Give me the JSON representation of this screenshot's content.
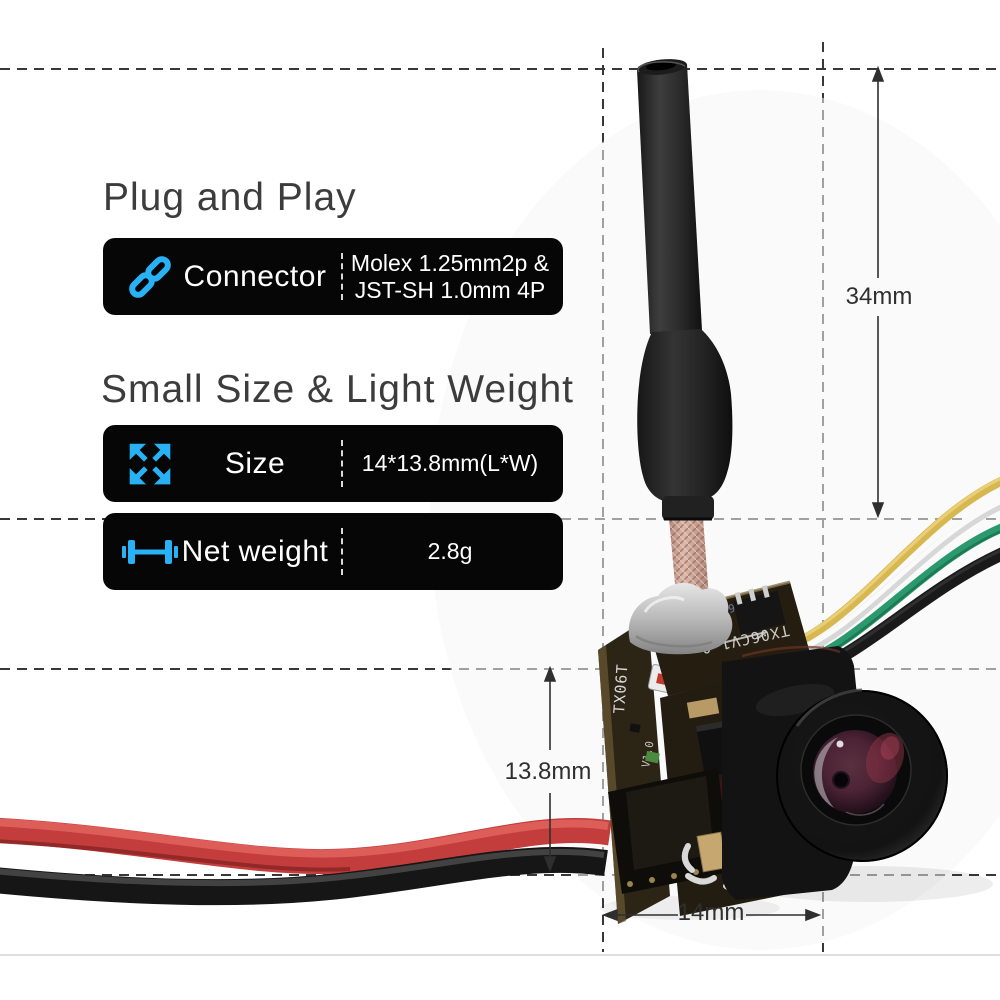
{
  "colors": {
    "accent_cyan": "#28b1f4",
    "panel_black": "#060606",
    "title_text": "#3c3c3c",
    "dimension_text": "#2f2f2f",
    "guide_dash": "#383838",
    "wire_red": "#c23d3c",
    "wire_black": "#161616",
    "wire_yellow": "#d7b750",
    "wire_white": "#efefef",
    "wire_green": "#2a9a6e",
    "pcb_board": "#2a2314",
    "braid_copper": "#c9a091",
    "solder_silver": "#c7c7c7",
    "lens_glass": "#4b2334"
  },
  "sections": [
    {
      "title": "Plug and Play",
      "rows": [
        {
          "icon": "link-icon",
          "label": "Connector",
          "value_line1": "Molex 1.25mm2p &",
          "value_line2": "JST-SH 1.0mm 4P"
        }
      ]
    },
    {
      "title": "Small Size & Light Weight",
      "rows": [
        {
          "icon": "expand-icon",
          "label": "Size",
          "value_line1": "14*13.8mm(L*W)"
        },
        {
          "icon": "dumbbell-icon",
          "label": "Net weight",
          "value_line1": "2.8g"
        }
      ]
    }
  ],
  "dimensions": {
    "antenna_length": "34mm",
    "board_width": "13.8mm",
    "board_length": "14mm"
  },
  "photo": {
    "silkscreen_main": "TX06CV1.0",
    "silkscreen_side": "TX06T",
    "silkscreen_version": "V1.0",
    "silkscreen_partial": "X06C"
  }
}
